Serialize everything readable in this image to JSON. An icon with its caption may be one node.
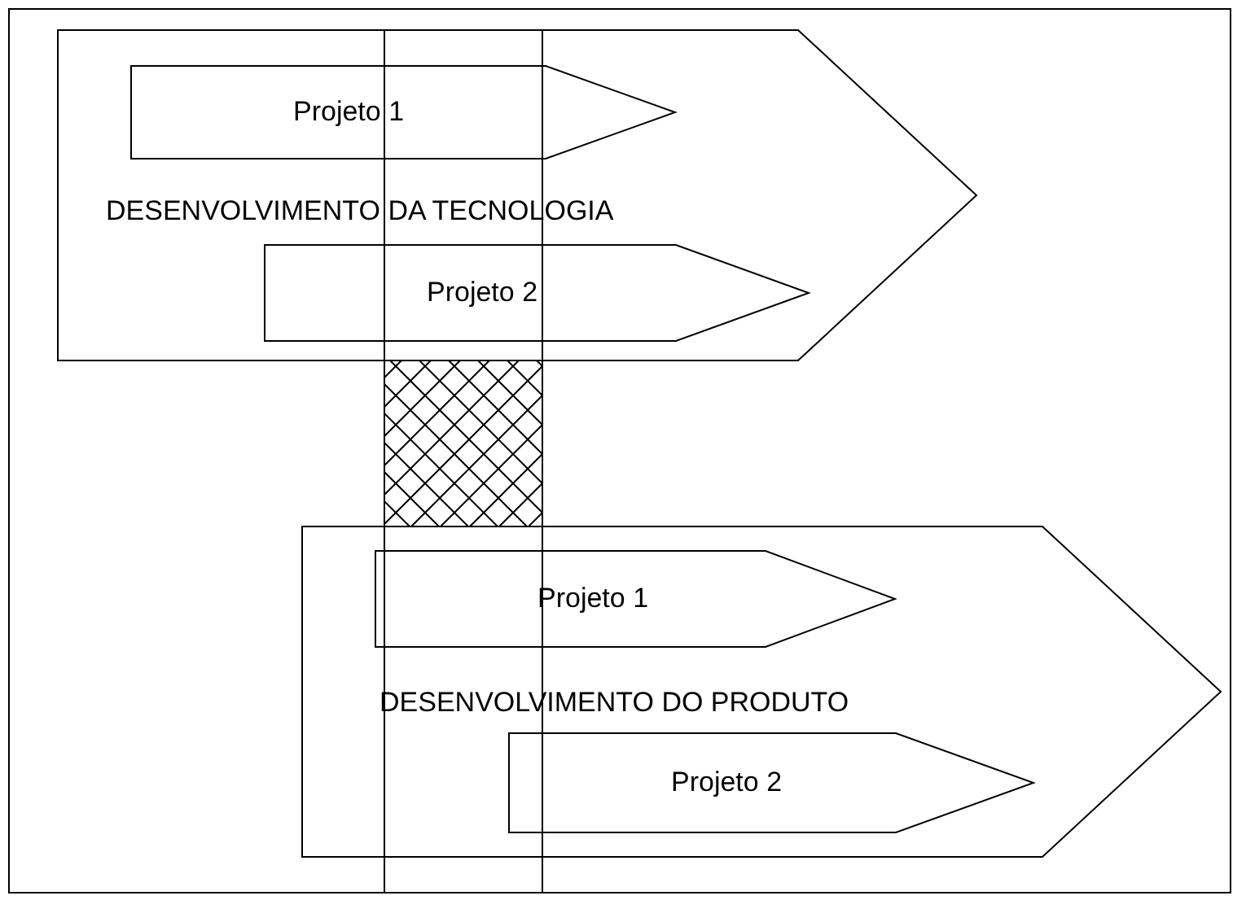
{
  "diagram": {
    "nodes": [
      {
        "text": [
          "DESENVOLVIMENTO DA TECNOLOGIA"
        ]
      },
      {
        "text": [
          "Projeto 1"
        ],
        "in": 0
      },
      {
        "text": [
          "Projeto 2"
        ],
        "in": 0
      },
      {
        "text": [
          "DESENVOLVIMENTO DO PRODUTO"
        ]
      },
      {
        "text": [
          "Projeto 1"
        ],
        "in": 3
      },
      {
        "text": [
          "Projeto 2"
        ],
        "in": 3
      }
    ]
  }
}
